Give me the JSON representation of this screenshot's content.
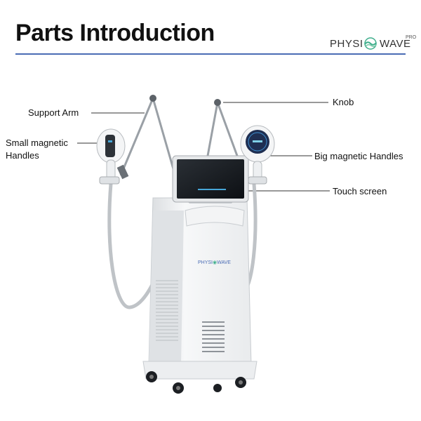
{
  "header": {
    "title": "Parts Introduction"
  },
  "logo": {
    "part1": "PHYSI",
    "part2": "WAVE",
    "badge": "PRO"
  },
  "device_logo": {
    "part1": "PHYSI",
    "part2": "WAVE"
  },
  "callouts": {
    "support_arm": "Support Arm",
    "small_handles_line1": "Small magnetic",
    "small_handles_line2": "Handles",
    "knob": "Knob",
    "big_handles": "Big magnetic Handles",
    "touch_screen": "Touch screen"
  },
  "colors": {
    "accent": "#4a6cb5",
    "logo_wave": "#3fae8c"
  }
}
